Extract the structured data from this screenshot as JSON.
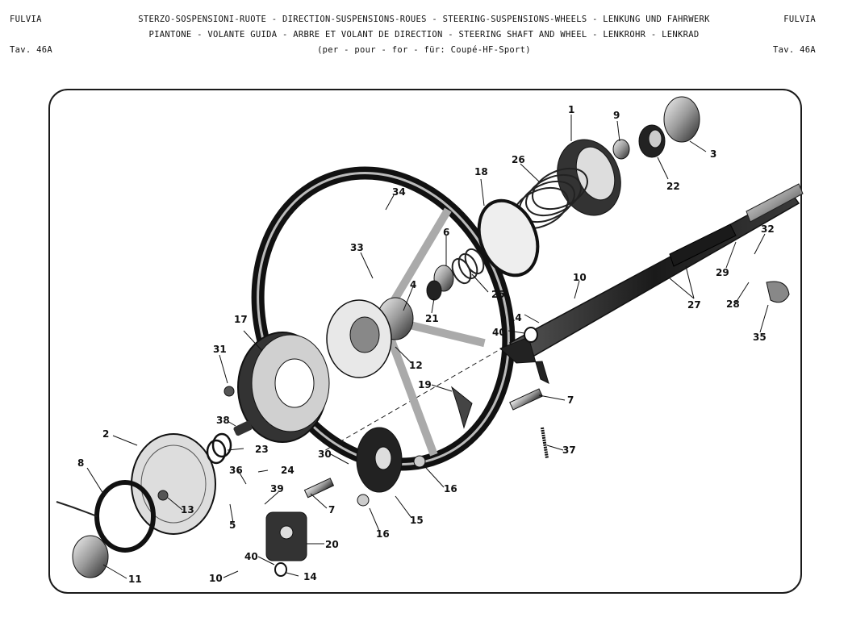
{
  "header": {
    "model_left": "FULVIA",
    "model_right": "FULVIA",
    "line1": "STERZO-SOSPENSIONI-RUOTE  -  DIRECTION-SUSPENSIONS-ROUES  -  STEERING-SUSPENSIONS-WHEELS  -  LENKUNG UND FAHRWERK",
    "line2": "PIANTONE - VOLANTE GUIDA  -  ARBRE ET VOLANT DE DIRECTION  -  STEERING SHAFT AND WHEEL  -  LENKROHR - LENKRAD",
    "line3": "(per  -  pour  -  for  -  für: Coupé-HF-Sport)",
    "table_left": "Tav. 46A",
    "table_right": "Tav. 46A"
  },
  "callouts": [
    {
      "id": "c1",
      "text": "1"
    },
    {
      "id": "c9",
      "text": "9"
    },
    {
      "id": "c3",
      "text": "3"
    },
    {
      "id": "c22",
      "text": "22"
    },
    {
      "id": "c18",
      "text": "18"
    },
    {
      "id": "c26",
      "text": "26"
    },
    {
      "id": "c34",
      "text": "34"
    },
    {
      "id": "c6",
      "text": "6"
    },
    {
      "id": "c33",
      "text": "33"
    },
    {
      "id": "c25",
      "text": "25"
    },
    {
      "id": "c4",
      "text": "4"
    },
    {
      "id": "c21",
      "text": "21"
    },
    {
      "id": "c10a",
      "text": "10"
    },
    {
      "id": "c32",
      "text": "32"
    },
    {
      "id": "c29",
      "text": "29"
    },
    {
      "id": "c28",
      "text": "28"
    },
    {
      "id": "c27",
      "text": "27"
    },
    {
      "id": "c35",
      "text": "35"
    },
    {
      "id": "c14a",
      "text": "14"
    },
    {
      "id": "c40a",
      "text": "40"
    },
    {
      "id": "c12",
      "text": "12"
    },
    {
      "id": "c17",
      "text": "17"
    },
    {
      "id": "c31",
      "text": "31"
    },
    {
      "id": "c19",
      "text": "19"
    },
    {
      "id": "c7a",
      "text": "7"
    },
    {
      "id": "c38",
      "text": "38"
    },
    {
      "id": "c2",
      "text": "2"
    },
    {
      "id": "c23",
      "text": "23"
    },
    {
      "id": "c37",
      "text": "37"
    },
    {
      "id": "c30",
      "text": "30"
    },
    {
      "id": "c8",
      "text": "8"
    },
    {
      "id": "c36",
      "text": "36"
    },
    {
      "id": "c24",
      "text": "24"
    },
    {
      "id": "c16a",
      "text": "16"
    },
    {
      "id": "c13",
      "text": "13"
    },
    {
      "id": "c39",
      "text": "39"
    },
    {
      "id": "c7b",
      "text": "7"
    },
    {
      "id": "c5",
      "text": "5"
    },
    {
      "id": "c15",
      "text": "15"
    },
    {
      "id": "c16b",
      "text": "16"
    },
    {
      "id": "c20",
      "text": "20"
    },
    {
      "id": "c40b",
      "text": "40"
    },
    {
      "id": "c11",
      "text": "11"
    },
    {
      "id": "c10b",
      "text": "10"
    },
    {
      "id": "c14b",
      "text": "14"
    }
  ]
}
